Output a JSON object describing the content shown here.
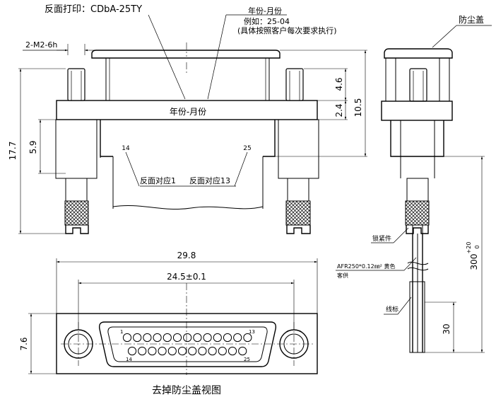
{
  "notes": {
    "print_back": "反面打印：CDbA-25TY",
    "date_title": "年份-月份",
    "date_example": "例如：25-04",
    "date_requirement": "(具体按照客户每次要求执行)",
    "dust_cap": "防尘盖",
    "date_on_body": "年份-月份",
    "back_pin_1": "反面对应1",
    "back_pin_13": "反面对应13",
    "lock_part": "锁紧件",
    "wire_spec": "AFR250*0.12㎜² 黄色",
    "customer_supplied": "客供",
    "wire_marker": "线标",
    "view_caption": "去掉防尘盖视图"
  },
  "dimensions": {
    "thread": "2-M2-6h",
    "overall_height": "17.7",
    "pin_offset": "5.9",
    "flange_top": "4.6",
    "flange_thk": "2.4",
    "body_height": "10.5",
    "width": "29.8",
    "pitch": "24.5±0.1",
    "shell_height": "7.6",
    "wire_length": "300",
    "wire_tol_upper": "+20",
    "wire_tol_lower": "0",
    "marker_pos": "30"
  },
  "pin_labels": {
    "front_14": "14",
    "front_25": "25",
    "face_1": "1",
    "face_13": "13",
    "face_14": "14",
    "face_25": "25"
  },
  "colors": {
    "line": "#000000",
    "red_note": "#e00000",
    "background": "#ffffff"
  }
}
